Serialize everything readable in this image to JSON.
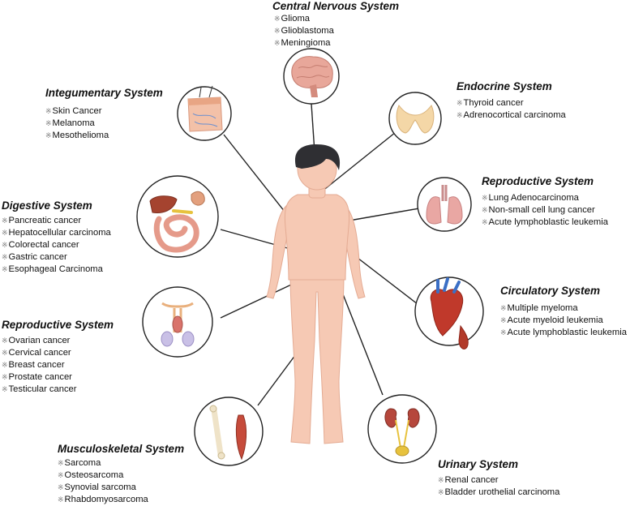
{
  "systems": {
    "cns": {
      "title": "Central Nervous System",
      "items": [
        "Glioma",
        "Glioblastoma",
        "Meningioma"
      ]
    },
    "integumentary": {
      "title": "Integumentary System",
      "items": [
        "Skin Cancer",
        "Melanoma",
        "Mesothelioma"
      ]
    },
    "endocrine": {
      "title": "Endocrine System",
      "items": [
        "Thyroid cancer",
        "Adrenocortical carcinoma"
      ]
    },
    "respiratory": {
      "title": "Reproductive System",
      "items": [
        "Lung Adenocarcinoma",
        "Non-small cell lung cancer",
        "Acute lymphoblastic leukemia"
      ]
    },
    "digestive": {
      "title": "Digestive System",
      "items": [
        "Pancreatic cancer",
        "Hepatocellular carcinoma",
        "Colorectal cancer",
        "Gastric cancer",
        "Esophageal Carcinoma"
      ]
    },
    "circulatory": {
      "title": "Circulatory System",
      "items": [
        "Multiple myeloma",
        "Acute myeloid leukemia",
        "Acute lymphoblastic leukemia"
      ]
    },
    "reproductive": {
      "title": "Reproductive System",
      "items": [
        "Ovarian cancer",
        "Cervical cancer",
        "Breast cancer",
        "Prostate cancer",
        "Testicular cancer"
      ]
    },
    "musculoskeletal": {
      "title": "Musculoskeletal System",
      "items": [
        "Sarcoma",
        "Osteosarcoma",
        "Synovial sarcoma",
        "Rhabdomyosarcoma"
      ]
    },
    "urinary": {
      "title": "Urinary System",
      "items": [
        "Renal cancer",
        "Bladder urothelial carcinoma"
      ]
    }
  },
  "bullet_mark": "※",
  "colors": {
    "skin": "#f6c9b4",
    "hair": "#2f2f33",
    "line": "#222222",
    "organ_red": "#c0392b",
    "brain": "#e8a79a",
    "thyroid": "#f4d7a7"
  }
}
